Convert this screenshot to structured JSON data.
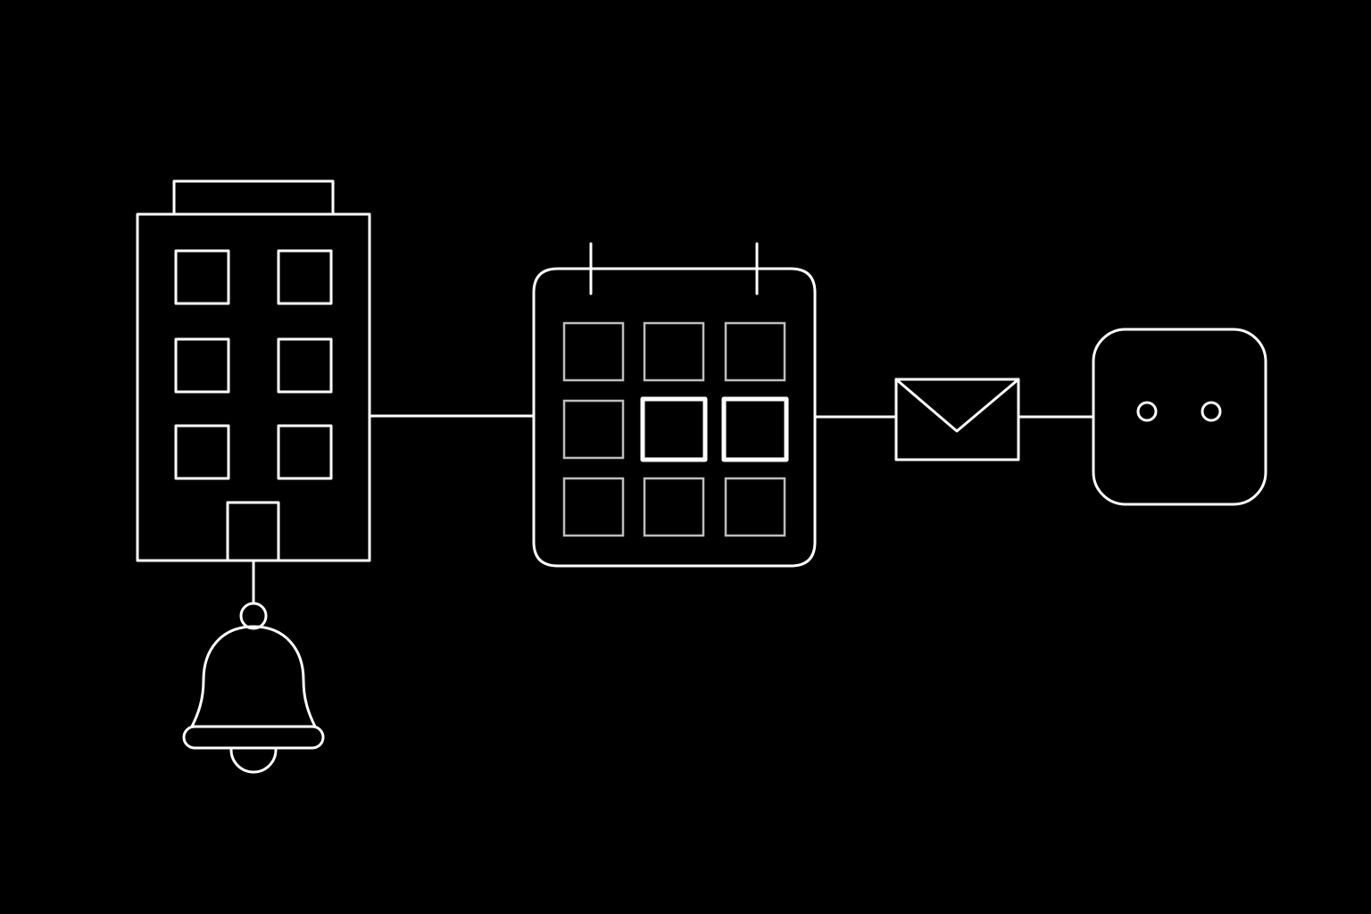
{
  "diagram": {
    "nodes": [
      {
        "id": "building",
        "icon": "building-icon"
      },
      {
        "id": "bell",
        "icon": "bell-icon"
      },
      {
        "id": "calendar",
        "icon": "calendar-icon"
      },
      {
        "id": "envelope",
        "icon": "envelope-icon"
      },
      {
        "id": "device",
        "icon": "device-face-icon"
      }
    ],
    "edges": [
      {
        "from": "building",
        "to": "bell"
      },
      {
        "from": "building",
        "to": "calendar"
      },
      {
        "from": "calendar",
        "to": "envelope"
      },
      {
        "from": "envelope",
        "to": "device"
      }
    ],
    "calendar_highlighted_days": 2,
    "colors": {
      "background": "#000000",
      "line": "#ffffff",
      "dim_cell": "#bdbdbd"
    }
  }
}
